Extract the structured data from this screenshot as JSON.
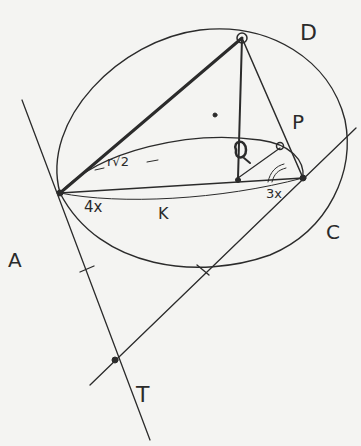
{
  "diagram": {
    "labels": [
      "D",
      "P",
      "A",
      "C",
      "T",
      "4x",
      "K",
      "3x",
      "r√2"
    ]
  }
}
